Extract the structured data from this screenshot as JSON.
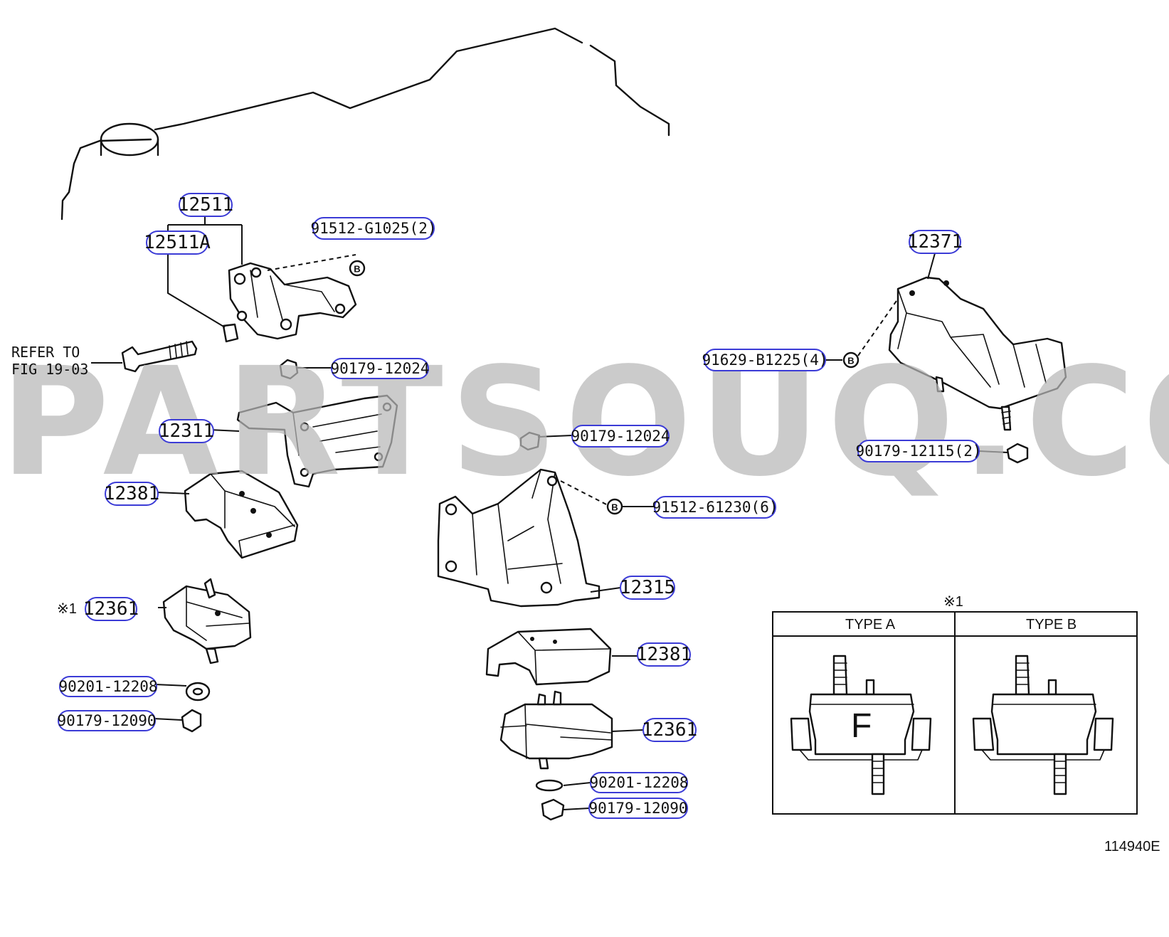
{
  "watermark": "PARTSOUQ.COM",
  "figure_id": "114940E",
  "refer_note": [
    "REFER TO",
    "FIG 19-03"
  ],
  "asterisk_mark": "※1",
  "callouts": {
    "c12511": "12511",
    "c12511A": "12511A",
    "c91512_G1025": "91512-G1025(2)",
    "c90179_12024_left": "90179-12024",
    "c12311": "12311",
    "c12381_left": "12381",
    "c12361_left": "12361",
    "c90201_left": "90201-12208",
    "c90179_12090_left": "90179-12090",
    "c90179_12024_mid": "90179-12024",
    "c91512_61230": "91512-61230(6)",
    "c12315": "12315",
    "c12381_mid": "12381",
    "c12361_mid": "12361",
    "c90201_mid": "90201-12208",
    "c90179_12090_mid": "90179-12090",
    "c12371": "12371",
    "c91629_B1225": "91629-B1225(4)",
    "c90179_12115": "90179-12115(2)"
  },
  "bolt_marker": "B",
  "inset": {
    "title": "※1",
    "type_a": "TYPE A",
    "type_b": "TYPE B",
    "type_a_letter": "F"
  }
}
